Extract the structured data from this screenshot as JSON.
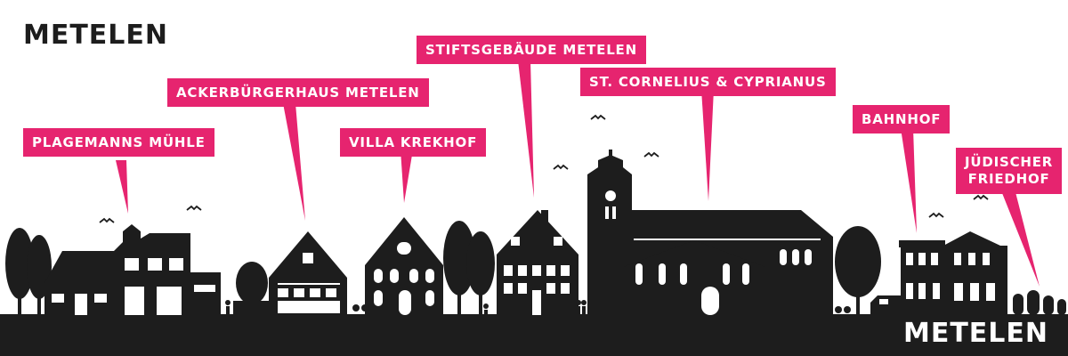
{
  "header": {
    "title": "METELEN"
  },
  "footer": {
    "title": "METELEN"
  },
  "colors": {
    "accent": "#e6246f",
    "silhouette": "#1d1d1d",
    "background": "#ffffff",
    "label_text": "#ffffff"
  },
  "landmarks": [
    {
      "label": "PLAGEMANNS MÜHLE"
    },
    {
      "label": "ACKERBÜRGERHAUS METELEN"
    },
    {
      "label": "VILLA KREKHOF"
    },
    {
      "label": "STIFTSGEBÄUDE METELEN"
    },
    {
      "label": "ST. CORNELIUS & CYPRIANUS"
    },
    {
      "label": "BAHNHOF"
    },
    {
      "label_line1": "JÜDISCHER",
      "label_line2": "FRIEDHOF"
    }
  ]
}
